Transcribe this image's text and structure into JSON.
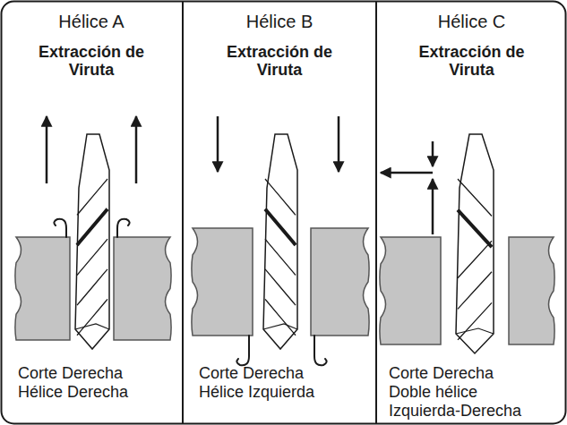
{
  "diagram": {
    "nodes": [
      {
        "text": [
          "Hélice A",
          "Extracción de Viruta",
          "Corte Derecha Hélice Derecha"
        ]
      },
      {
        "text": [
          "Hélice B",
          "Extracción de Viruta",
          "Corte Derecha Hélice Izquierda"
        ]
      },
      {
        "text": [
          "Hélice C",
          "Extracción de Viruta",
          "Corte Derecha Doble hélice Izquierda-Derecha"
        ]
      }
    ]
  }
}
